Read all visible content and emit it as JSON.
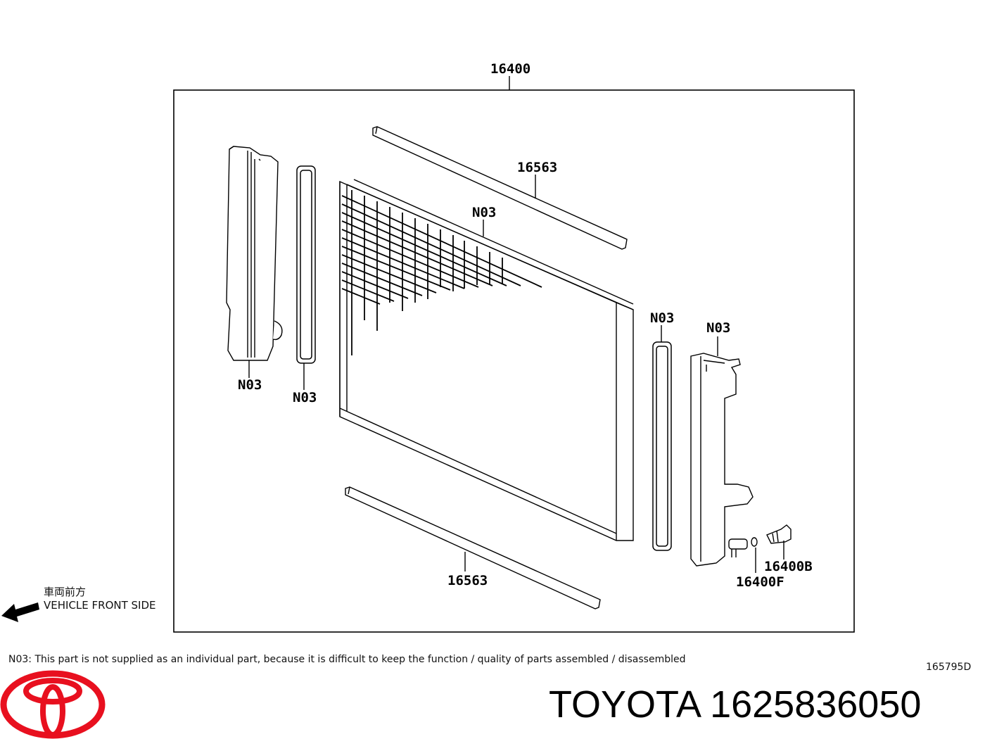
{
  "diagram": {
    "assembly_label": "16400",
    "labels": {
      "seal_top": "16563",
      "seal_bottom": "16563",
      "core_note": "N03",
      "left_tank_note": "N03",
      "left_gasket_note": "N03",
      "right_gasket_note": "N03",
      "right_tank_note": "N03",
      "drain_cock": "16400B",
      "o_ring": "16400F"
    },
    "front_indicator": {
      "japanese": "車両前方",
      "english": "VEHICLE FRONT SIDE"
    }
  },
  "footnote": {
    "code": "N03",
    "text": ": This part is not supplied as an individual part, because it is difficult to keep the function / quality of parts assembled / disassembled"
  },
  "reference_code": "165795D",
  "brand": {
    "name": "TOYOTA",
    "part_number": "1625836050",
    "logo_color": "#e8101f"
  }
}
